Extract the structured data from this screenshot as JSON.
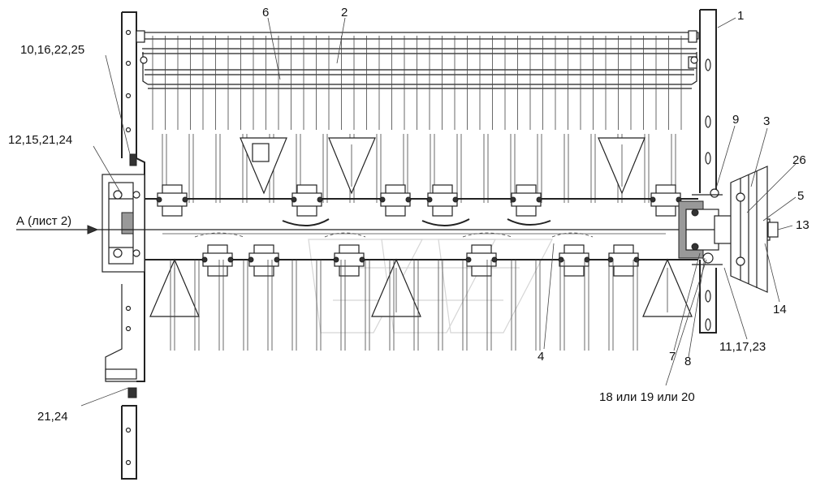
{
  "diagram": {
    "callouts": [
      {
        "id": "c1",
        "text": "1"
      },
      {
        "id": "c2",
        "text": "2"
      },
      {
        "id": "c3",
        "text": "3"
      },
      {
        "id": "c4",
        "text": "4"
      },
      {
        "id": "c5",
        "text": "5"
      },
      {
        "id": "c6",
        "text": "6"
      },
      {
        "id": "c7",
        "text": "7"
      },
      {
        "id": "c8",
        "text": "8"
      },
      {
        "id": "c9",
        "text": "9"
      },
      {
        "id": "c13",
        "text": "13"
      },
      {
        "id": "c14",
        "text": "14"
      },
      {
        "id": "c26",
        "text": "26"
      },
      {
        "id": "c10",
        "text": "10,16,22,25"
      },
      {
        "id": "c12",
        "text": "12,15,21,24"
      },
      {
        "id": "c11",
        "text": "11,17,23"
      },
      {
        "id": "c18",
        "text": "18 или 19 или 20"
      },
      {
        "id": "c21",
        "text": "21,24"
      }
    ],
    "view_arrow_label": "А  (лист 2)"
  }
}
